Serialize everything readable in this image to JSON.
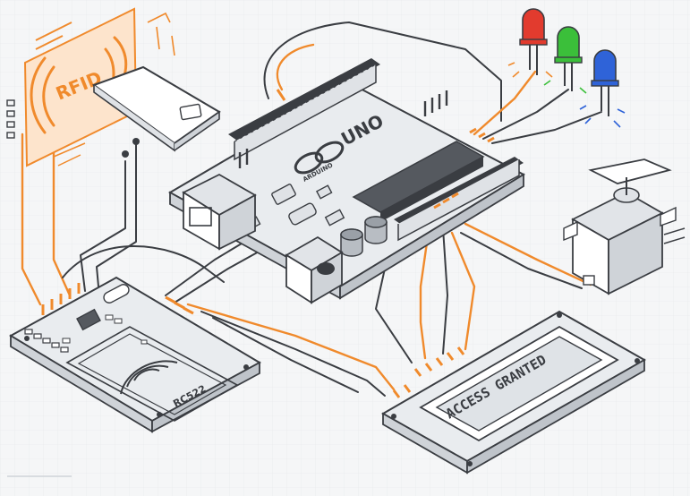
{
  "rfid_badge": {
    "label": "RFID"
  },
  "arduino": {
    "label": "UNO",
    "brand": "ARDUINO"
  },
  "rfid_module": {
    "label": "RC522"
  },
  "lcd": {
    "text": "ACCESS GRANTED"
  },
  "leds": [
    {
      "color_name": "red",
      "color": "#e23b2e"
    },
    {
      "color_name": "green",
      "color": "#3bbf3a"
    },
    {
      "color_name": "blue",
      "color": "#2f63d8"
    }
  ],
  "colors": {
    "accent": "#f08a2c",
    "accent_fill": "#fde4cc",
    "line": "#3a3d42",
    "board_fill": "#e9ecef",
    "background": "#f5f6f7"
  },
  "icons": [
    "rfid-waves-icon",
    "contactless-card-icon",
    "usb-port-icon",
    "servo-motor-icon",
    "led-icon",
    "lcd-display-icon"
  ]
}
